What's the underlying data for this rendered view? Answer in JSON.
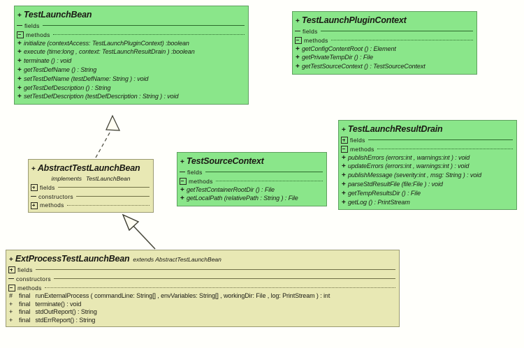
{
  "diagram": {
    "title": "UML Class Diagram",
    "background_color": "#fffffb",
    "interface_color": "#8ae68a",
    "class_color": "#e8e8b4"
  },
  "classes": [
    {
      "id": "testlaunchbean",
      "visibility": "+",
      "name": "TestLaunchBean",
      "stereotype": "",
      "implements": "",
      "sections": [
        {
          "label": "fields",
          "toggle": "dash",
          "rule": "solid"
        },
        {
          "label": "methods",
          "toggle": "minus",
          "rule": "dotted"
        }
      ],
      "members": [
        {
          "vis": "+",
          "mod": "",
          "sig": "initialize (contextAccess: TestLaunchPluginContext) :boolean"
        },
        {
          "vis": "+",
          "mod": "",
          "sig": "execute (time:long ,  context: TestLaunchResultDrain ) :boolean"
        },
        {
          "vis": "+",
          "mod": "",
          "sig": "terminate () : void"
        },
        {
          "vis": "+",
          "mod": "",
          "sig": "getTestDefName () : String"
        },
        {
          "vis": "+",
          "mod": "",
          "sig": "setTestDefName (testDefName: String ) : void"
        },
        {
          "vis": "+",
          "mod": "",
          "sig": "getTestDefDescription () : String"
        },
        {
          "vis": "+",
          "mod": "",
          "sig": "setTestDefDescription (testDefDescription : String ) : void"
        }
      ]
    },
    {
      "id": "pluginctx",
      "visibility": "+",
      "name": "TestLaunchPluginContext",
      "stereotype": "",
      "implements": "",
      "sections": [
        {
          "label": "fields",
          "toggle": "dash",
          "rule": "solid"
        },
        {
          "label": "methods",
          "toggle": "minus",
          "rule": "dotted"
        }
      ],
      "members": [
        {
          "vis": "+",
          "mod": "",
          "sig": "getConfigContentRoot () : Element"
        },
        {
          "vis": "+",
          "mod": "",
          "sig": "getPrivateTempDir () : File"
        },
        {
          "vis": "+",
          "mod": "",
          "sig": "getTestSourceContext () : TestSourceContext"
        }
      ]
    },
    {
      "id": "resultdrain",
      "visibility": "+",
      "name": "TestLaunchResultDrain",
      "stereotype": "",
      "implements": "",
      "sections": [
        {
          "label": "fields",
          "toggle": "plus",
          "rule": "solid"
        },
        {
          "label": "methods",
          "toggle": "minus",
          "rule": "dotted"
        }
      ],
      "members": [
        {
          "vis": "+",
          "mod": "",
          "sig": "publishErrors (errors:int ,  warnings:int ) : void"
        },
        {
          "vis": "+",
          "mod": "",
          "sig": "updateErrors (errors:int ,  warnings:int ) : void"
        },
        {
          "vis": "+",
          "mod": "",
          "sig": "publishMessage (severity:int ,  msg: String ) : void"
        },
        {
          "vis": "+",
          "mod": "",
          "sig": "parseStdResultFile (file:File ) : void"
        },
        {
          "vis": "+",
          "mod": "",
          "sig": "getTempResultsDir () : File"
        },
        {
          "vis": "+",
          "mod": "",
          "sig": "getLog () : PrintStream"
        }
      ]
    },
    {
      "id": "abstractbean",
      "visibility": "+",
      "name": "AbstractTestLaunchBean",
      "stereotype": "",
      "implements_keyword": "implements",
      "implements": "TestLaunchBean",
      "sections": [
        {
          "label": "fields",
          "toggle": "plus",
          "rule": "solid"
        },
        {
          "label": "constructors",
          "toggle": "dash",
          "rule": "solid"
        },
        {
          "label": "methods",
          "toggle": "plus",
          "rule": "dotted"
        }
      ],
      "members": []
    },
    {
      "id": "sourcectx",
      "visibility": "+",
      "name": "TestSourceContext",
      "stereotype": "",
      "implements": "",
      "sections": [
        {
          "label": "fields",
          "toggle": "dash",
          "rule": "solid"
        },
        {
          "label": "methods",
          "toggle": "minus",
          "rule": "dotted"
        }
      ],
      "members": [
        {
          "vis": "+",
          "mod": "",
          "sig": "getTestContainerRootDir () : File"
        },
        {
          "vis": "+",
          "mod": "",
          "sig": "getLocalPath (relativePath : String ) : File"
        }
      ]
    },
    {
      "id": "extprocess",
      "visibility": "+",
      "name": "ExtProcessTestLaunchBean",
      "stereotype": "extends AbstractTestLaunchBean",
      "implements": "",
      "sections": [
        {
          "label": "fields",
          "toggle": "plus",
          "rule": "solid"
        },
        {
          "label": "constructors",
          "toggle": "dash",
          "rule": "solid"
        },
        {
          "label": "methods",
          "toggle": "minus",
          "rule": "dotted"
        }
      ],
      "members": [
        {
          "vis": "#",
          "mod": "final",
          "sig": "runExternalProcess ( commandLine: String[] ,  envVariables: String[] ,  workingDir: File ,  log: PrintStream ) : int"
        },
        {
          "vis": "+",
          "mod": "final",
          "sig": "terminate() : void"
        },
        {
          "vis": "+",
          "mod": "final",
          "sig": "stdOutReport() : String"
        },
        {
          "vis": "+",
          "mod": "final",
          "sig": "stdErrReport() : String"
        }
      ]
    }
  ],
  "relations": [
    {
      "name": "realization-abstractbean-to-testlaunchbean",
      "kind": "realization",
      "from": "AbstractTestLaunchBean",
      "to": "TestLaunchBean",
      "line": "dashed",
      "arrow": "hollow-triangle"
    },
    {
      "name": "generalization-extprocess-to-abstractbean",
      "kind": "generalization",
      "from": "ExtProcessTestLaunchBean",
      "to": "AbstractTestLaunchBean",
      "line": "solid",
      "arrow": "hollow-triangle"
    }
  ]
}
